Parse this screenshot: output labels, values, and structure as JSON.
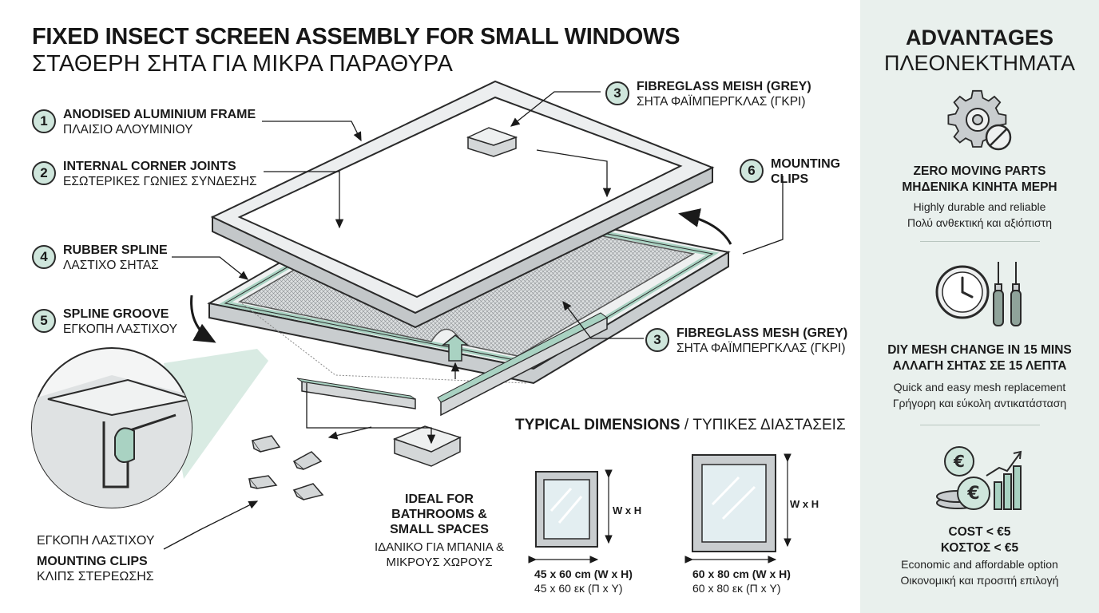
{
  "title": {
    "en": "FIXED INSECT SCREEN ASSEMBLY FOR SMALL WINDOWS",
    "gr": "ΣΤΑΘΕΡΗ ΣΗΤΑ ΓΙΑ ΜΙΚΡΑ ΠΑΡΑΘΥΡΑ"
  },
  "callouts": [
    {
      "num": "1",
      "en": "ANODISED ALUMINIUM FRAME",
      "gr": "ΠΛΑΙΣΙΟ ΑΛΟΥΜΙΝΙΟΥ"
    },
    {
      "num": "2",
      "en": "INTERNAL CORNER JOINTS",
      "gr": "ΕΣΩΤΕΡΙΚΕΣ ΓΩΝΙΕΣ ΣΥΝΔΕΣΗΣ"
    },
    {
      "num": "4",
      "en": "RUBBER SPLINE",
      "gr": "ΛΑΣΤΙΧΟ ΣΗΤΑΣ"
    },
    {
      "num": "5",
      "en": "SPLINE GROOVE",
      "gr": "ΕΓΚΟΠΗ ΛΑΣΤΙΧΟΥ"
    },
    {
      "num": "3",
      "en": "FIBREGLASS MEISH (GREY)",
      "gr": "ΣΗΤΑ ΦΑΪΜΠΕΡΓΚΛΑΣ (ΓΚΡΙ)"
    },
    {
      "num": "6",
      "en": "MOUNTING",
      "en2": "CLIPS"
    },
    {
      "num": "3",
      "en": "FIBREGLASS MESH (GREY)",
      "gr": "ΣΗΤΑ ΦΑΪΜΠΕΡΓΚΛΑΣ (ΓΚΡΙ)"
    }
  ],
  "detail": {
    "groove_gr": "ΕΓΚΟΠΗ ΛΑΣΤΙΧΟΥ",
    "clips_en": "MOUNTING CLIPS",
    "clips_gr": "ΚΛΙΠΣ ΣΤΕΡΕΩΣΗΣ"
  },
  "ideal": {
    "en1": "IDEAL FOR",
    "en2": "BATHROOMS &",
    "en3": "SMALL SPACES",
    "gr1": "ΙΔΑΝΙΚΟ ΓΙΑ ΜΠΑΝΙΑ &",
    "gr2": "ΜΙΚΡΟΥΣ ΧΩΡΟΥΣ"
  },
  "dimensions": {
    "title_en": "TYPICAL DIMENSIONS",
    "sep": " / ",
    "title_gr": "ΤΥΠΙΚΕΣ ΔΙΑΣΤΑΣΕΙΣ",
    "wh_label": "W x H",
    "items": [
      {
        "en": "45 x 60 cm (W x H)",
        "gr": "45 x 60 εκ (Π x Υ)",
        "width_cm": 45,
        "height_cm": 60
      },
      {
        "en": "60 x 80 cm (W x H)",
        "gr": "60 x 80 εκ (Π x Υ)",
        "width_cm": 60,
        "height_cm": 80
      }
    ]
  },
  "sidebar": {
    "title_en": "ADVANTAGES",
    "title_gr": "ΠΛΕΟΝΕΚΤΗΜΑΤΑ",
    "items": [
      {
        "icon": "gear-no-symbol-icon",
        "h_en": "ZERO MOVING PARTS",
        "h_gr": "ΜΗΔΕΝΙΚΑ ΚΙΝΗΤΑ ΜΕΡΗ",
        "d_en": "Highly durable and reliable",
        "d_gr": "Πολύ ανθεκτική και αξιόπιστη"
      },
      {
        "icon": "clock-screwdrivers-icon",
        "h_en": "DIY MESH CHANGE IN 15 MINS",
        "h_gr": "ΑΛΛΑΓΗ ΣΗΤΑΣ ΣΕ 15 ΛΕΠΤΑ",
        "d_en": "Quick and easy mesh replacement",
        "d_gr": "Γρήγορη και εύκολη αντικατάσταση"
      },
      {
        "icon": "euro-coins-chart-icon",
        "h_en": "COST < €5",
        "h_gr": "ΚΟΣΤΟΣ < €5",
        "d_en": "Economic and affordable option",
        "d_gr": "Οικονομική και προσιτή επιλογή"
      }
    ]
  },
  "colors": {
    "badge_fill": "#cfe6dc",
    "mint": "#a9d2c2",
    "sidebar_bg": "#e9f0ed",
    "frame": "#d9dcdd",
    "outline": "#2a2a2a"
  }
}
